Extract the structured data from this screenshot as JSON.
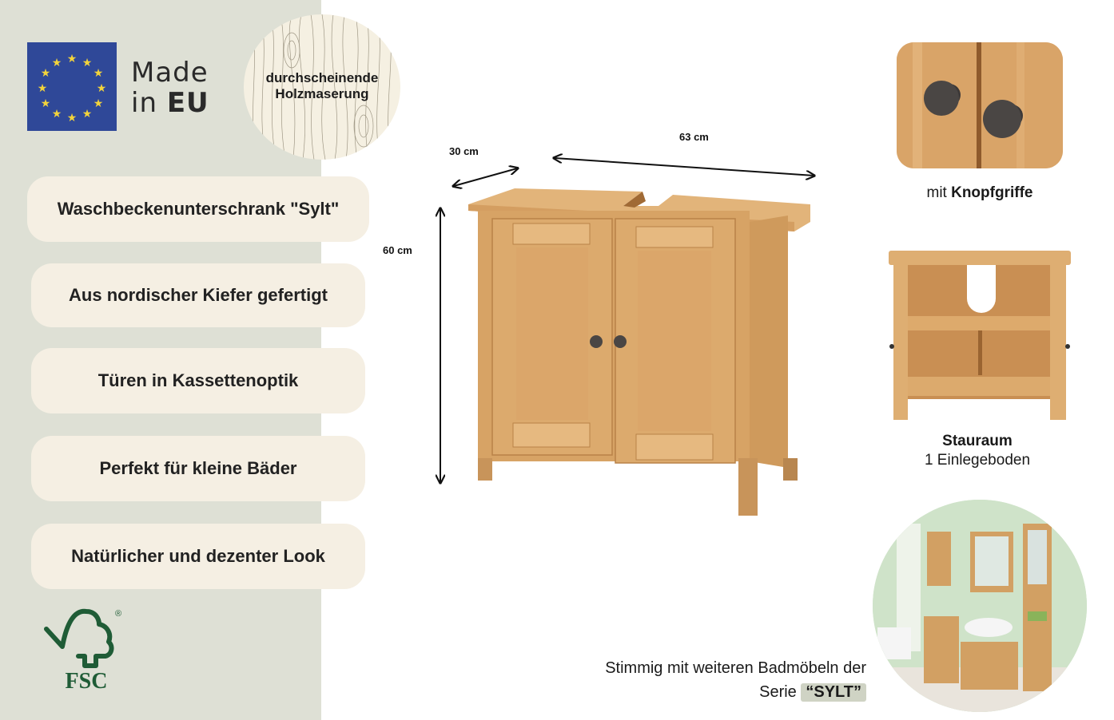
{
  "badges": {
    "made_in": "Made",
    "in_prefix": "in ",
    "eu": "EU",
    "wood_grain_line1": "durchscheinende",
    "wood_grain_line2": "Holzmaserung"
  },
  "features": [
    "Waschbeckenunterschrank \"Sylt\"",
    "Aus nordischer Kiefer gefertigt",
    "Türen in Kassettenoptik",
    "Perfekt für kleine Bäder",
    "Natürlicher und dezenter Look"
  ],
  "certification": {
    "label": "FSC",
    "registered": "®"
  },
  "dimensions": {
    "depth": "30 cm",
    "width": "63 cm",
    "height": "60 cm"
  },
  "details": {
    "knob_caption_prefix": "mit ",
    "knob_caption_bold": "Knopfgriffe",
    "storage_title": "Stauraum",
    "storage_sub": "1 Einlegeboden"
  },
  "series": {
    "line1": "Stimmig mit weiteren Badmöbeln der",
    "line2_prefix": "Serie ",
    "name": "“SYLT”"
  },
  "colors": {
    "panel_bg": "#dee0d5",
    "pill_bg": "#f5efe3",
    "eu_blue": "#2f4898",
    "eu_star": "#f2d33c",
    "fsc_green": "#1f5c36",
    "pine": "#d9a86c"
  }
}
